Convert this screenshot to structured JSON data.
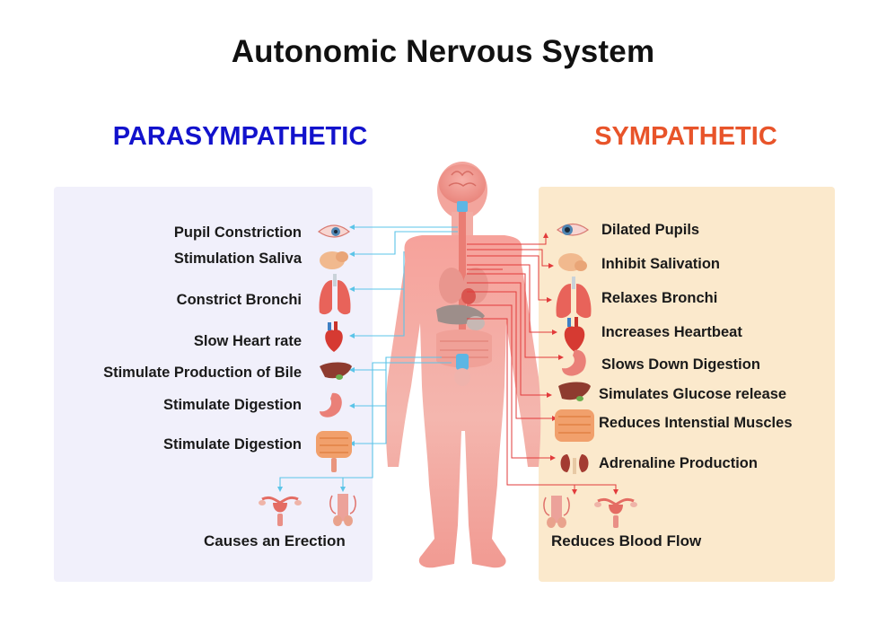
{
  "title": "Autonomic Nervous System",
  "parasympathetic": {
    "heading": "PARASYMPATHETIC",
    "color": "#1212cc",
    "panel_color": "#f1f0fb",
    "effects": [
      "Pupil Constriction",
      "Stimulation Saliva",
      "Constrict Bronchi",
      "Slow Heart rate",
      "Stimulate Production of Bile",
      "Stimulate Digestion",
      "Stimulate Digestion"
    ],
    "bottom_effect": "Causes an Erection",
    "line_color": "#5bc4e8"
  },
  "sympathetic": {
    "heading": "SYMPATHETIC",
    "color": "#e8542a",
    "panel_color": "#fbe9cc",
    "effects": [
      "Dilated Pupils",
      "Inhibit Salivation",
      "Relaxes Bronchi",
      "Increases Heartbeat",
      "Slows Down Digestion",
      "Simulates Glucose release",
      "Reduces Intenstial Muscles",
      "Adrenaline Production"
    ],
    "bottom_effect": "Reduces Blood Flow",
    "line_color": "#e23b3b"
  },
  "organ_icons": {
    "left": [
      "eye-icon",
      "salivary-gland-icon",
      "lungs-icon",
      "heart-icon",
      "liver-icon",
      "stomach-icon",
      "intestines-icon",
      "female-reproductive-icon",
      "male-reproductive-icon"
    ],
    "right": [
      "eye-icon",
      "salivary-gland-icon",
      "lungs-icon",
      "heart-icon",
      "stomach-icon",
      "liver-icon",
      "intestines-icon",
      "kidneys-icon",
      "male-reproductive-icon",
      "female-reproductive-icon"
    ]
  }
}
